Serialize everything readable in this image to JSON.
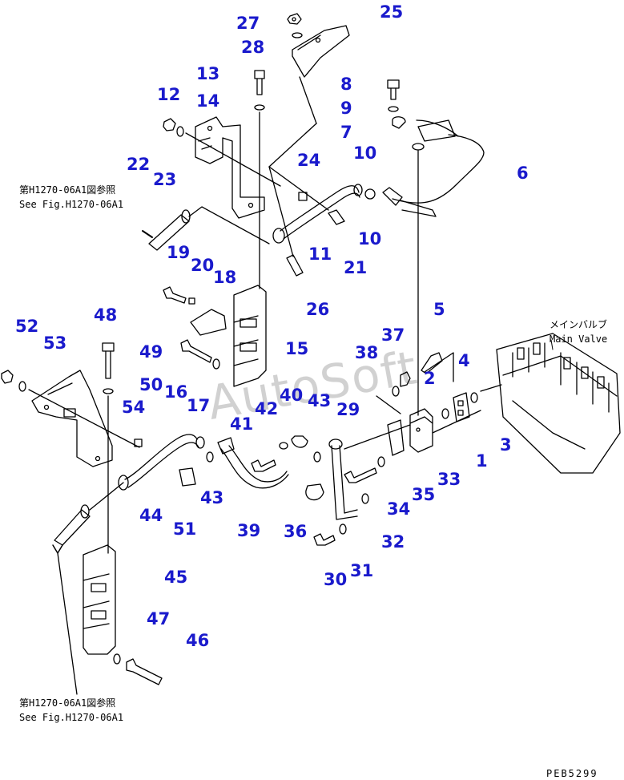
{
  "callouts": [
    {
      "id": "c1",
      "label": "1"
    },
    {
      "id": "c2",
      "label": "2"
    },
    {
      "id": "c3",
      "label": "3"
    },
    {
      "id": "c4",
      "label": "4"
    },
    {
      "id": "c5",
      "label": "5"
    },
    {
      "id": "c6",
      "label": "6"
    },
    {
      "id": "c7",
      "label": "7"
    },
    {
      "id": "c8",
      "label": "8"
    },
    {
      "id": "c9",
      "label": "9"
    },
    {
      "id": "c10a",
      "label": "10"
    },
    {
      "id": "c10b",
      "label": "10"
    },
    {
      "id": "c11",
      "label": "11"
    },
    {
      "id": "c12",
      "label": "12"
    },
    {
      "id": "c13",
      "label": "13"
    },
    {
      "id": "c14",
      "label": "14"
    },
    {
      "id": "c15",
      "label": "15"
    },
    {
      "id": "c16",
      "label": "16"
    },
    {
      "id": "c17",
      "label": "17"
    },
    {
      "id": "c18",
      "label": "18"
    },
    {
      "id": "c19",
      "label": "19"
    },
    {
      "id": "c20",
      "label": "20"
    },
    {
      "id": "c21",
      "label": "21"
    },
    {
      "id": "c22",
      "label": "22"
    },
    {
      "id": "c23",
      "label": "23"
    },
    {
      "id": "c24",
      "label": "24"
    },
    {
      "id": "c25",
      "label": "25"
    },
    {
      "id": "c26",
      "label": "26"
    },
    {
      "id": "c27",
      "label": "27"
    },
    {
      "id": "c28",
      "label": "28"
    },
    {
      "id": "c29",
      "label": "29"
    },
    {
      "id": "c30",
      "label": "30"
    },
    {
      "id": "c31",
      "label": "31"
    },
    {
      "id": "c32",
      "label": "32"
    },
    {
      "id": "c33",
      "label": "33"
    },
    {
      "id": "c34",
      "label": "34"
    },
    {
      "id": "c35",
      "label": "35"
    },
    {
      "id": "c36",
      "label": "36"
    },
    {
      "id": "c37",
      "label": "37"
    },
    {
      "id": "c38",
      "label": "38"
    },
    {
      "id": "c39",
      "label": "39"
    },
    {
      "id": "c40",
      "label": "40"
    },
    {
      "id": "c41",
      "label": "41"
    },
    {
      "id": "c42",
      "label": "42"
    },
    {
      "id": "c43a",
      "label": "43"
    },
    {
      "id": "c43b",
      "label": "43"
    },
    {
      "id": "c44",
      "label": "44"
    },
    {
      "id": "c45",
      "label": "45"
    },
    {
      "id": "c46",
      "label": "46"
    },
    {
      "id": "c47",
      "label": "47"
    },
    {
      "id": "c48",
      "label": "48"
    },
    {
      "id": "c49",
      "label": "49"
    },
    {
      "id": "c50",
      "label": "50"
    },
    {
      "id": "c51",
      "label": "51"
    },
    {
      "id": "c52",
      "label": "52"
    },
    {
      "id": "c53",
      "label": "53"
    },
    {
      "id": "c54",
      "label": "54"
    }
  ],
  "references": {
    "upper_jp": "第H1270-06A1図参照",
    "upper_en": "See Fig.H1270-06A1",
    "lower_jp": "第H1270-06A1図参照",
    "lower_en": "See Fig.H1270-06A1",
    "main_valve_jp": "メインバルブ",
    "main_valve_en": "Main Valve"
  },
  "watermark": "AutoSoft",
  "drawing_code": "PEB5299",
  "colors": {
    "callout": "#1a1acc",
    "line": "#000000",
    "background": "#ffffff"
  }
}
